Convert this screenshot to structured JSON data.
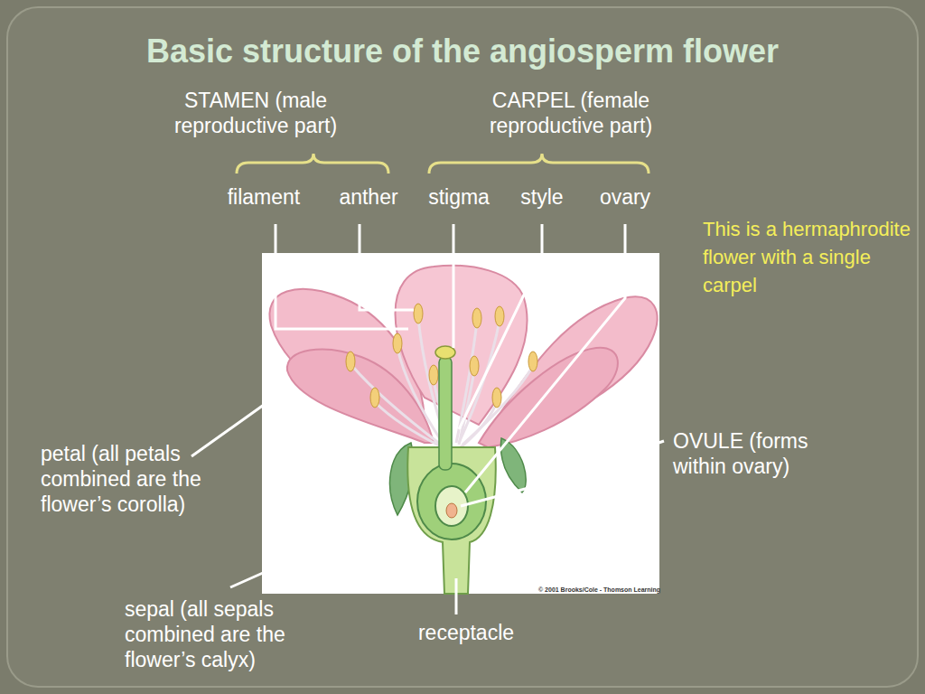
{
  "diagram": {
    "title": "Basic structure of the angiosperm flower",
    "labels": [
      "STAMEN (male reproductive part)",
      "CARPEL (female reproductive part)",
      "filament",
      "anther",
      "stigma",
      "style",
      "ovary",
      "This is a hermaphrodite flower with a single carpel",
      "OVULE (forms within ovary)",
      "petal (all petals combined are the flower’s corolla)",
      "sepal (all sepals combined are the flower’s calyx)",
      "receptacle",
      "© 2001 Brooks/Cole - Thomson Learning"
    ]
  }
}
